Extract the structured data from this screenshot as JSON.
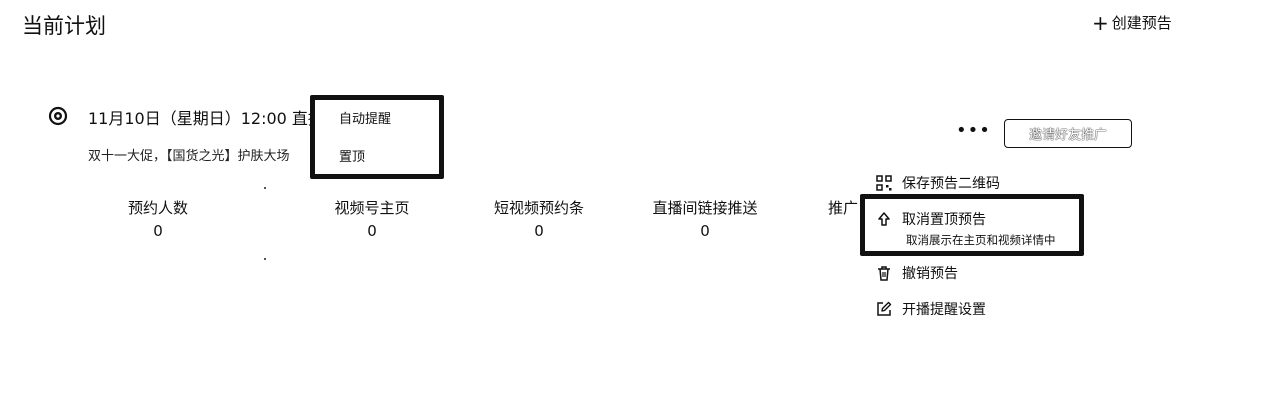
{
  "header": {
    "title": "当前计划",
    "create_label": "创建预告"
  },
  "plan": {
    "datetime": "11月10日（星期日）12:00 直播",
    "description": "双十一大促，【国货之光】护肤大场"
  },
  "overlay_menu": {
    "items": [
      "自动提醒",
      "置顶"
    ]
  },
  "stats": [
    {
      "label": "预约人数",
      "value": "0"
    },
    {
      "label": "视频号主页",
      "value": "0"
    },
    {
      "label": "短视频预约条",
      "value": "0"
    },
    {
      "label": "直播间链接推送",
      "value": "0"
    },
    {
      "label": "推广",
      "value": ""
    }
  ],
  "actions": {
    "more_label": "•••",
    "outline_button_label": "邀请好友推广"
  },
  "dropdown": {
    "save_qr": "保存预告二维码",
    "cancel_pin": "取消置顶预告",
    "cancel_pin_sub": "取消展示在主页和视频详情中",
    "revoke": "撤销预告",
    "reminder_settings": "开播提醒设置"
  }
}
